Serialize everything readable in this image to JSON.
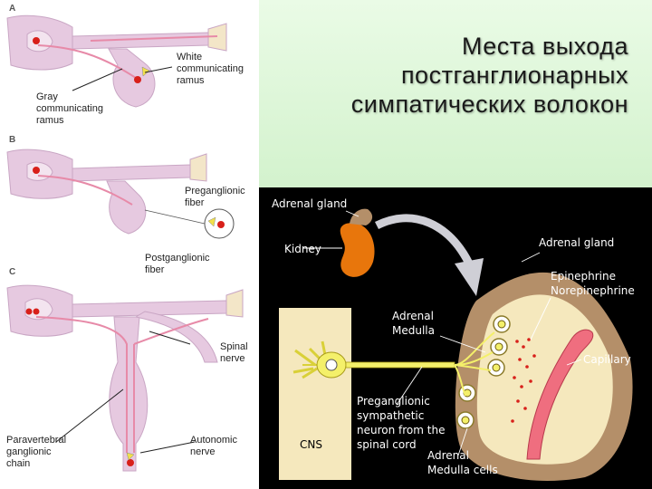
{
  "title": {
    "line1": "Места выхода",
    "line2": "постганглионарных",
    "line3": "симпатических волокон"
  },
  "left_panels": {
    "panel_a": {
      "letter": "A",
      "white_ramus": [
        "White",
        "communicating",
        "ramus"
      ],
      "gray_ramus": [
        "Gray",
        "communicating",
        "ramus"
      ]
    },
    "panel_b": {
      "letter": "B",
      "pre_fiber": [
        "Preganglionic",
        "fiber"
      ],
      "post_fiber": [
        "Postganglionic",
        "fiber"
      ]
    },
    "panel_c": {
      "letter": "C",
      "spinal_nerve": [
        "Spinal",
        "nerve"
      ],
      "paravertebral": [
        "Paravertebral",
        "ganglionic",
        "chain"
      ],
      "autonomic": [
        "Autonomic",
        "nerve"
      ]
    }
  },
  "adrenal_diagram": {
    "adrenal_gland_top": "Adrenal gland",
    "kidney": "Kidney",
    "adrenal_gland_right": "Adrenal gland",
    "epinephrine": "Epinephrine",
    "norepinephrine": "Norepinephrine",
    "adrenal_medulla": [
      "Adrenal",
      "Medulla"
    ],
    "capillary": "Capillary",
    "preganglionic": [
      "Preganglionic",
      "sympathetic",
      "neuron from the",
      "spinal cord"
    ],
    "medulla_cells": [
      "Adrenal",
      "Medulla cells"
    ],
    "cns": "CNS"
  },
  "colors": {
    "tissue": "#e6c9e0",
    "nerve_pink": "#e78aa8",
    "cell_red": "#d8201a",
    "adrenal_orange": "#e8760c",
    "capillary": "#ef6e7f",
    "neuron_yellow": "#f4f06a",
    "medulla_tan": "#f5e8bd",
    "cortex_brown": "#b48f69"
  }
}
